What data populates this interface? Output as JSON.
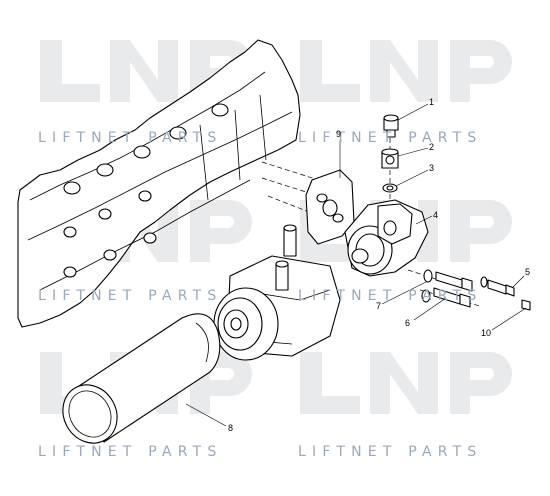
{
  "watermark": {
    "logo_text": "LNP",
    "caption": "LIFTNET PARTS"
  },
  "callouts": [
    {
      "id": "1",
      "label": "1"
    },
    {
      "id": "2",
      "label": "2"
    },
    {
      "id": "3",
      "label": "3"
    },
    {
      "id": "4",
      "label": "4"
    },
    {
      "id": "5",
      "label": "5"
    },
    {
      "id": "6",
      "label": "6"
    },
    {
      "id": "7",
      "label": "7"
    },
    {
      "id": "8",
      "label": "8"
    },
    {
      "id": "9",
      "label": "9"
    },
    {
      "id": "10",
      "label": "10"
    }
  ],
  "colors": {
    "line": "#000000",
    "watermark_logo": "#e9eaec",
    "watermark_text": "#9aa8b8",
    "background": "#ffffff"
  }
}
